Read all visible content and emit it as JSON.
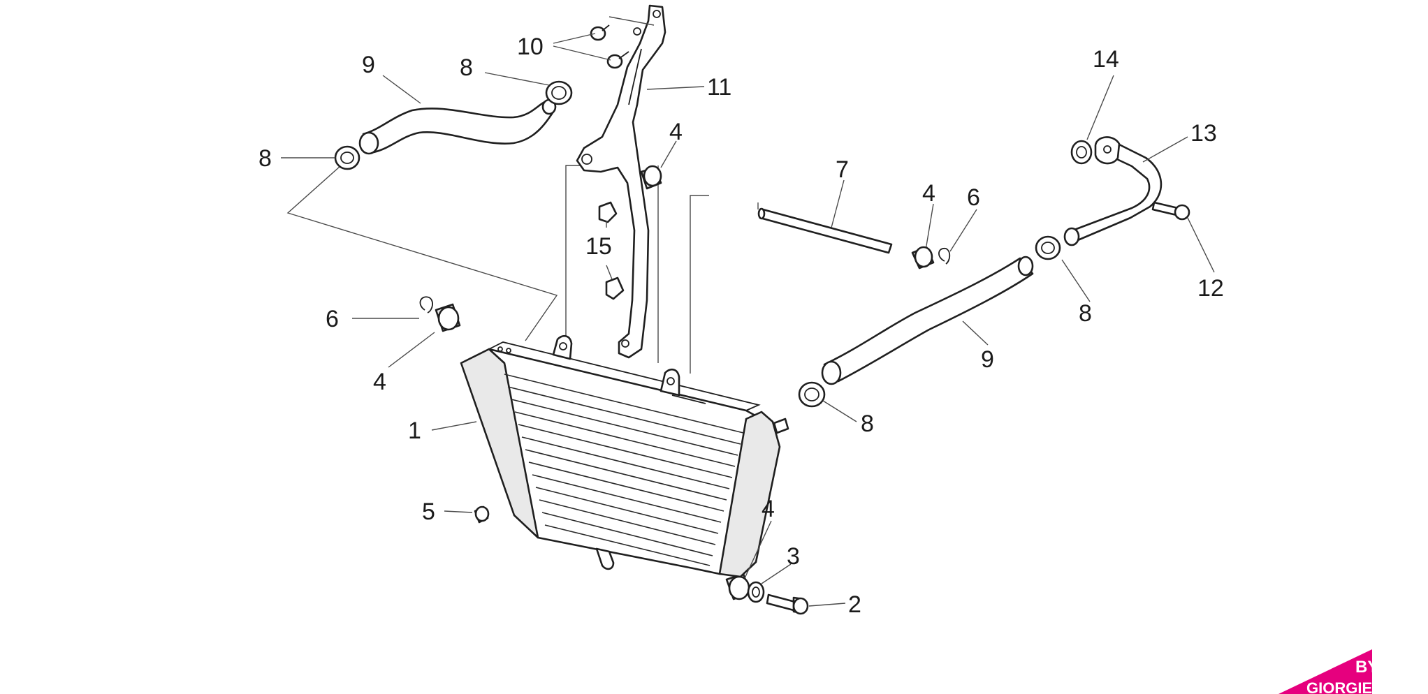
{
  "diagram": {
    "callouts": [
      {
        "id": "c1",
        "text": "1"
      },
      {
        "id": "c2",
        "text": "2"
      },
      {
        "id": "c3",
        "text": "3"
      },
      {
        "id": "c4a",
        "text": "4"
      },
      {
        "id": "c4b",
        "text": "4"
      },
      {
        "id": "c4c",
        "text": "4"
      },
      {
        "id": "c4d",
        "text": "4"
      },
      {
        "id": "c5",
        "text": "5"
      },
      {
        "id": "c6a",
        "text": "6"
      },
      {
        "id": "c6b",
        "text": "6"
      },
      {
        "id": "c7",
        "text": "7"
      },
      {
        "id": "c8a",
        "text": "8"
      },
      {
        "id": "c8b",
        "text": "8"
      },
      {
        "id": "c8c",
        "text": "8"
      },
      {
        "id": "c8d",
        "text": "8"
      },
      {
        "id": "c9a",
        "text": "9"
      },
      {
        "id": "c9b",
        "text": "9"
      },
      {
        "id": "c10",
        "text": "10"
      },
      {
        "id": "c11",
        "text": "11"
      },
      {
        "id": "c12",
        "text": "12"
      },
      {
        "id": "c13",
        "text": "13"
      },
      {
        "id": "c14",
        "text": "14"
      },
      {
        "id": "c15",
        "text": "15"
      }
    ]
  },
  "watermark": {
    "line1": "BY",
    "line2": "GIORGIE",
    "color": "#e6007e"
  }
}
